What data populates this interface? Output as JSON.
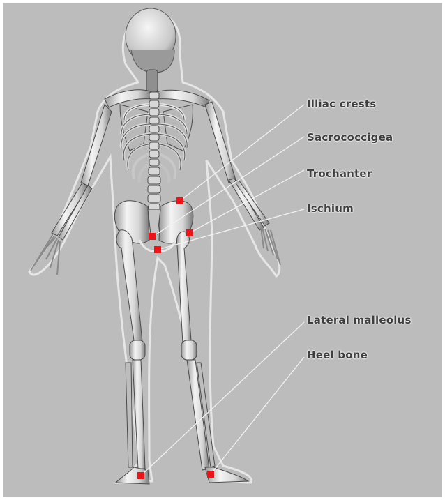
{
  "labels": {
    "iliac_crests": "Illiac crests",
    "sacrococcygea": "Sacrococcigea",
    "trochanter": "Trochanter",
    "ischium": "Ischium",
    "lateral_malleolus": "Lateral malleolus",
    "heel_bone": "Heel bone"
  },
  "colors": {
    "background": "#bcbcbc",
    "marker": "#e8161b",
    "leader_line": "#f2f2f2",
    "bone": "#ececec",
    "bone_shadow": "#4a4a4a",
    "label_text": "#3f3f3f"
  }
}
